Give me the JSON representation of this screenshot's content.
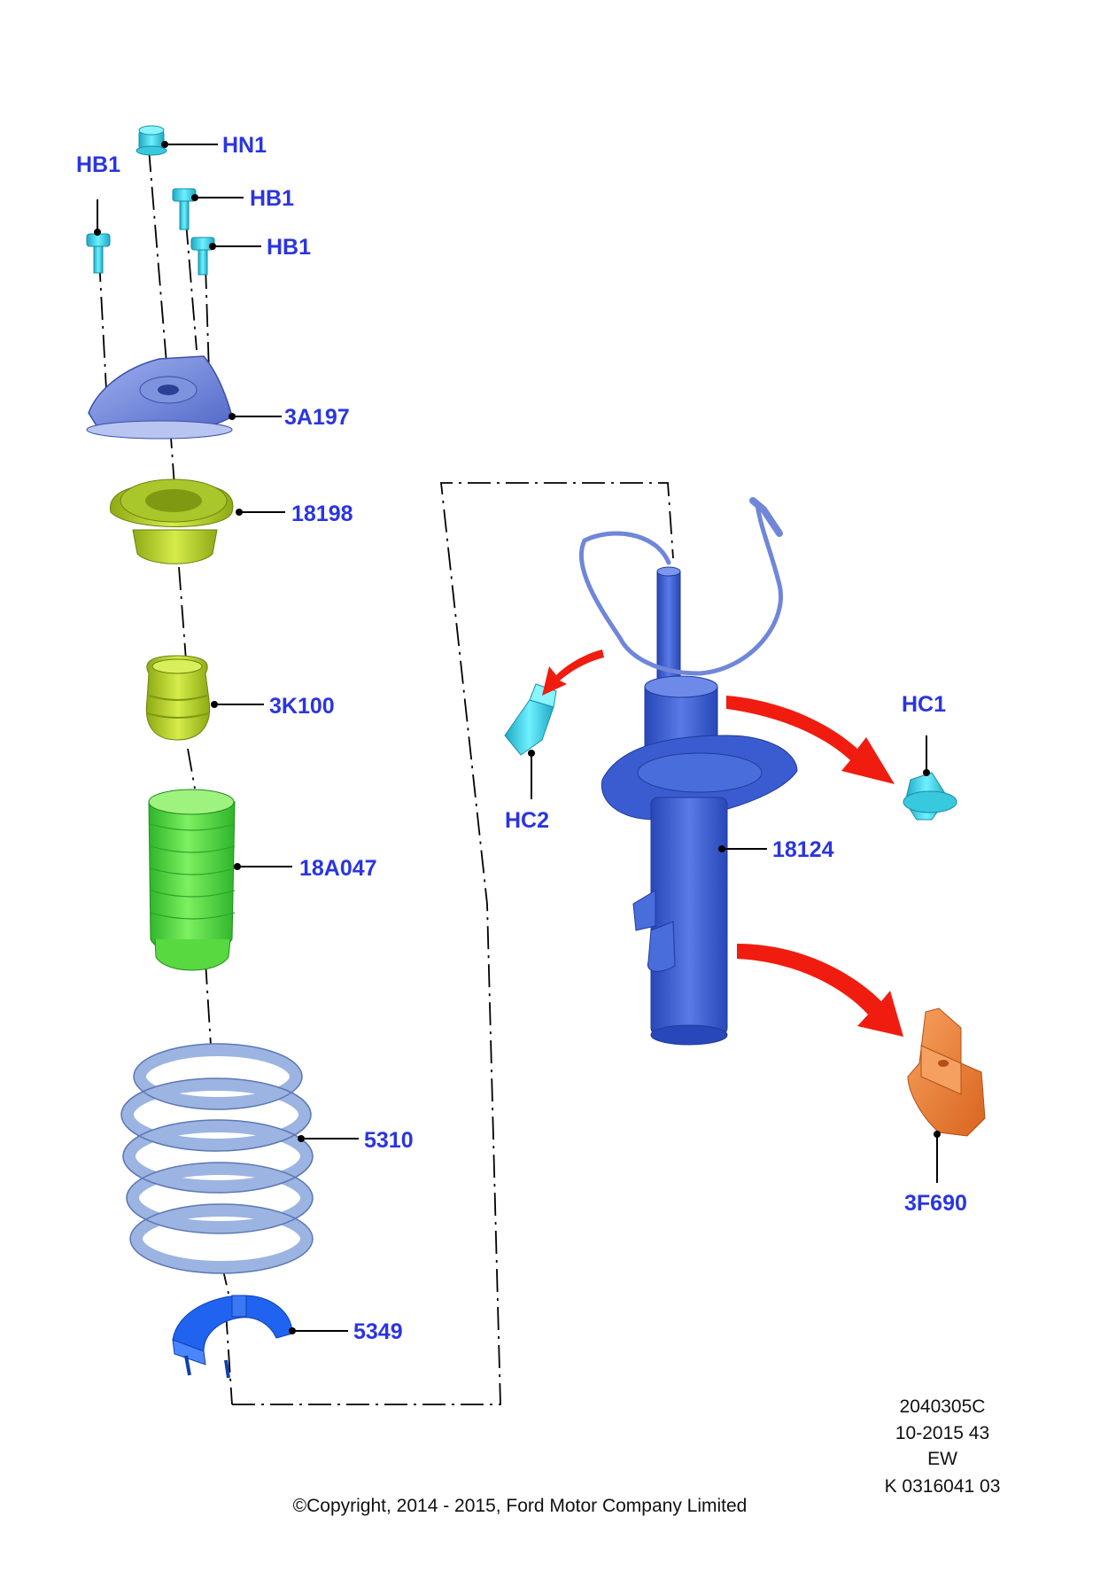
{
  "callouts": {
    "hn1": "HN1",
    "hb1_left": "HB1",
    "hb1_mid": "HB1",
    "hb1_right": "HB1",
    "top_mount": "3A197",
    "bearing": "18198",
    "bump_stop": "3K100",
    "dust_boot": "18A047",
    "spring": "5310",
    "spring_seat": "5349",
    "strut": "18124",
    "hc1": "HC1",
    "hc2": "HC2",
    "bracket": "3F690"
  },
  "footer": {
    "ref_code": "2040305C",
    "date_code": "10-2015 43",
    "region": "EW",
    "doc_number": "K 0316041 03",
    "copyright": "©Copyright, 2014 - 2015, Ford Motor Company Limited"
  },
  "colors": {
    "callout_text": "#2a35e0",
    "fastener": "#3fd8e8",
    "top_mount": "#6f86d9",
    "bearing": "#b6d42a",
    "dust_boot": "#4fd83a",
    "spring": "#9cb4e2",
    "spring_seat": "#1f63f0",
    "strut": "#3a5cd0",
    "bracket": "#f0873a",
    "arrow": "#f01c10"
  }
}
